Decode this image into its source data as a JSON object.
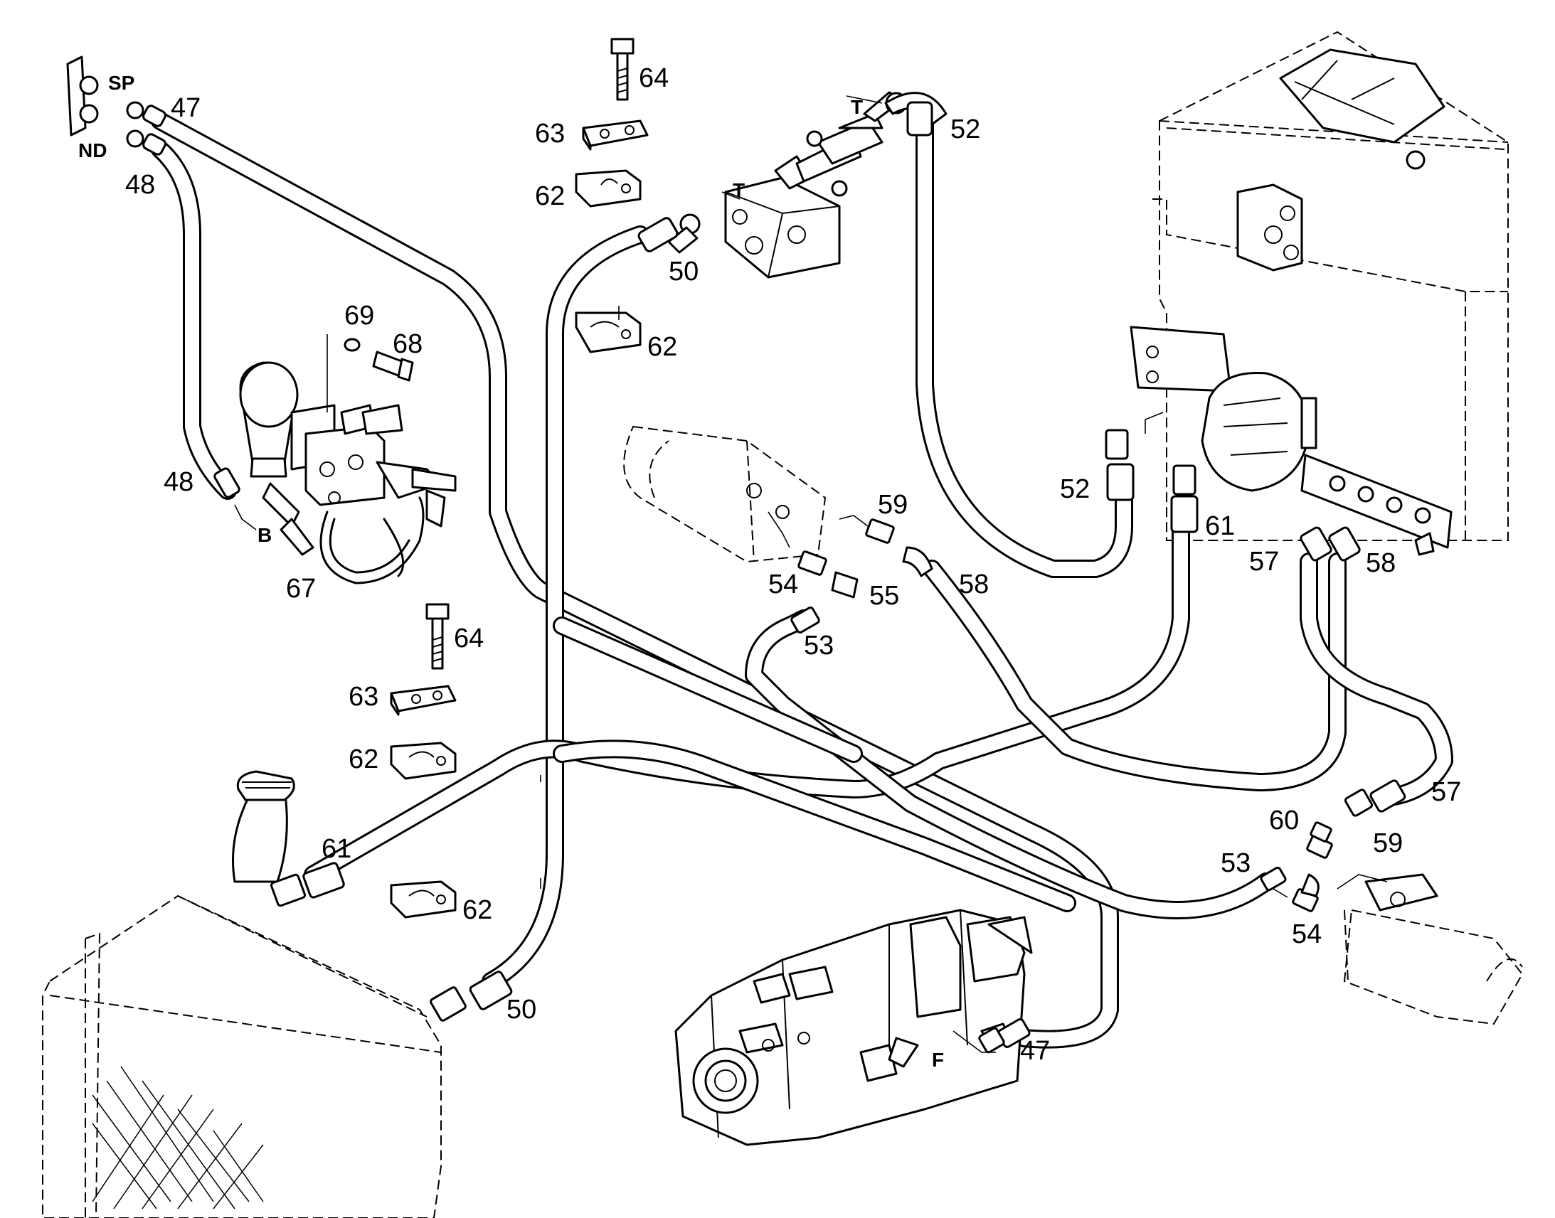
{
  "callouts": [
    {
      "id": "c47a",
      "text": "47"
    },
    {
      "id": "c48a",
      "text": "48"
    },
    {
      "id": "c64a",
      "text": "64"
    },
    {
      "id": "c63a",
      "text": "63"
    },
    {
      "id": "c62a",
      "text": "62"
    },
    {
      "id": "c50a",
      "text": "50"
    },
    {
      "id": "c62b",
      "text": "62"
    },
    {
      "id": "c52a",
      "text": "52"
    },
    {
      "id": "c69",
      "text": "69"
    },
    {
      "id": "c68",
      "text": "68"
    },
    {
      "id": "c48b",
      "text": "48"
    },
    {
      "id": "c67",
      "text": "67"
    },
    {
      "id": "c52b",
      "text": "52"
    },
    {
      "id": "c61a",
      "text": "61"
    },
    {
      "id": "c59a",
      "text": "59"
    },
    {
      "id": "c54a",
      "text": "54"
    },
    {
      "id": "c55",
      "text": "55"
    },
    {
      "id": "c58a",
      "text": "58"
    },
    {
      "id": "c53a",
      "text": "53"
    },
    {
      "id": "c57a",
      "text": "57"
    },
    {
      "id": "c58b",
      "text": "58"
    },
    {
      "id": "c64b",
      "text": "64"
    },
    {
      "id": "c63b",
      "text": "63"
    },
    {
      "id": "c62c",
      "text": "62"
    },
    {
      "id": "c61b",
      "text": "61"
    },
    {
      "id": "c62d",
      "text": "62"
    },
    {
      "id": "c50b",
      "text": "50"
    },
    {
      "id": "c57b",
      "text": "57"
    },
    {
      "id": "c60",
      "text": "60"
    },
    {
      "id": "c59b",
      "text": "59"
    },
    {
      "id": "c53b",
      "text": "53"
    },
    {
      "id": "c54b",
      "text": "54"
    },
    {
      "id": "c47b",
      "text": "47"
    }
  ],
  "ports": [
    {
      "id": "pSP",
      "text": "SP"
    },
    {
      "id": "pND",
      "text": "ND"
    },
    {
      "id": "pT1",
      "text": "T"
    },
    {
      "id": "pT2",
      "text": "T"
    },
    {
      "id": "pB",
      "text": "B"
    },
    {
      "id": "pF",
      "text": "F"
    }
  ]
}
